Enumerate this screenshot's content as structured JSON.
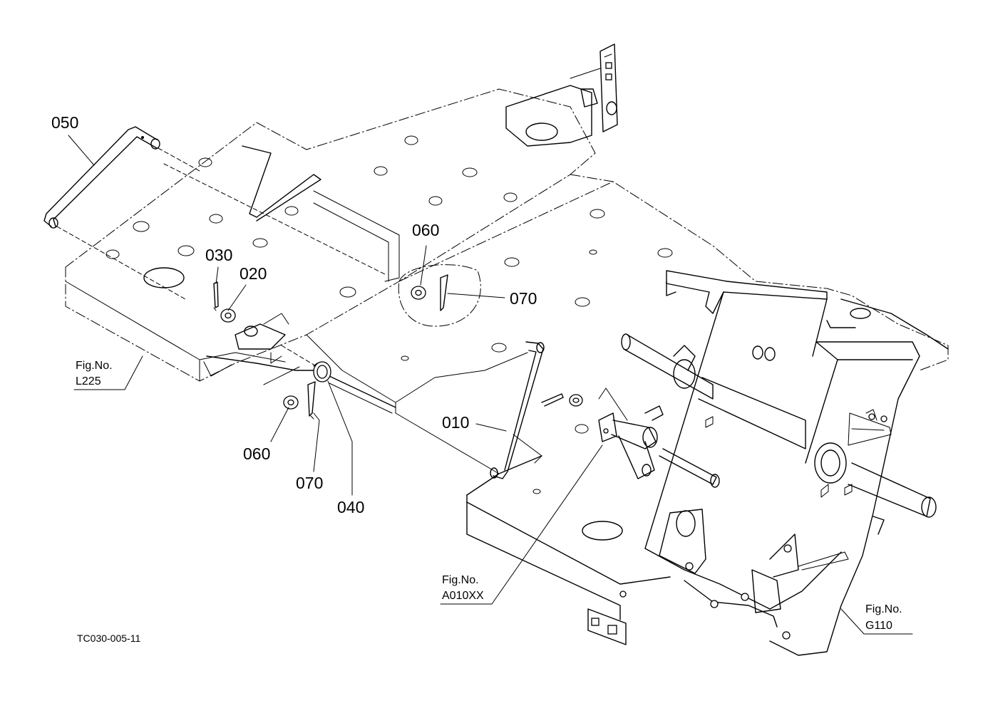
{
  "callouts": {
    "p010": "010",
    "p020": "020",
    "p030": "030",
    "p040": "040",
    "p050": "050",
    "p060a": "060",
    "p060b": "060",
    "p070a": "070",
    "p070b": "070"
  },
  "figure_refs": {
    "l225_title": "Fig.No.",
    "l225_code": "L225",
    "a010_title": "Fig.No.",
    "a010_code": "A010XX",
    "g110_title": "Fig.No.",
    "g110_code": "G110"
  },
  "drawing_code": "TC030-005-11"
}
